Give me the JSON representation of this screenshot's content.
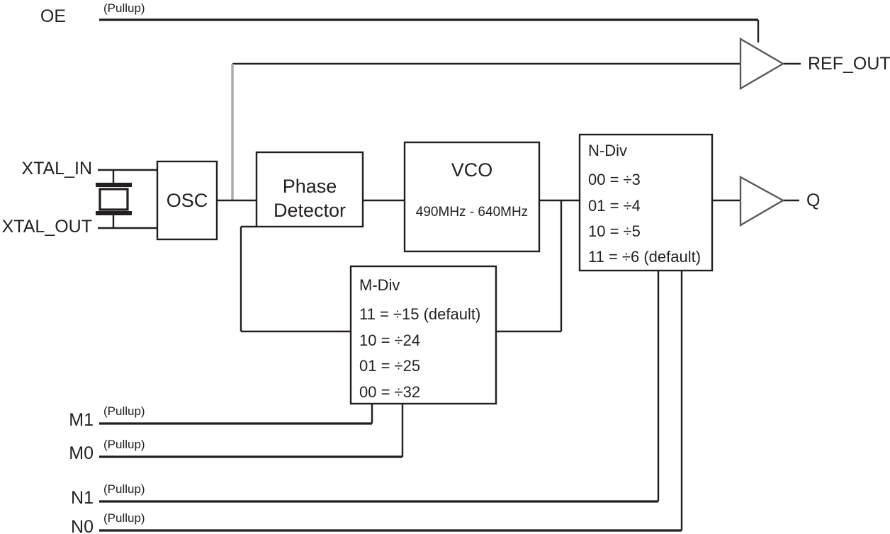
{
  "diagram": {
    "title": "PLL clock generator block diagram",
    "colors": {
      "line": "#231f20",
      "gray_line": "#a7a9ac",
      "buffer_outline": "#58595b",
      "background": "#ffffff"
    },
    "pullup_note": "(Pullup)",
    "inputs": [
      {
        "name": "oe",
        "label": "OE",
        "note": "(Pullup)"
      },
      {
        "name": "xtal-in",
        "label": "XTAL_IN",
        "note": ""
      },
      {
        "name": "xtal-out",
        "label": "XTAL_OUT",
        "note": ""
      },
      {
        "name": "m1",
        "label": "M1",
        "note": "(Pullup)"
      },
      {
        "name": "m0",
        "label": "M0",
        "note": "(Pullup)"
      },
      {
        "name": "n1",
        "label": "N1",
        "note": "(Pullup)"
      },
      {
        "name": "n0",
        "label": "N0",
        "note": "(Pullup)"
      }
    ],
    "outputs": [
      {
        "name": "ref-out",
        "label": "REF_OUT"
      },
      {
        "name": "q",
        "label": "Q"
      }
    ],
    "blocks": {
      "osc": {
        "label": "OSC"
      },
      "phase_detector": {
        "line1": "Phase",
        "line2": "Detector"
      },
      "vco": {
        "label": "VCO",
        "range": "490MHz - 640MHz"
      },
      "n_div": {
        "title": "N-Div",
        "rows": [
          "00 = ÷3",
          "01 = ÷4",
          "10 = ÷5",
          "11 = ÷6 (default)"
        ]
      },
      "m_div": {
        "title": "M-Div",
        "rows": [
          "11 = ÷15 (default)",
          "10 = ÷24",
          "01 = ÷25",
          "00 = ÷32"
        ]
      }
    },
    "symbols": {
      "crystal": "crystal-icon",
      "ref_out_buffer": "buffer-triangle-icon",
      "q_buffer": "buffer-triangle-icon"
    }
  }
}
